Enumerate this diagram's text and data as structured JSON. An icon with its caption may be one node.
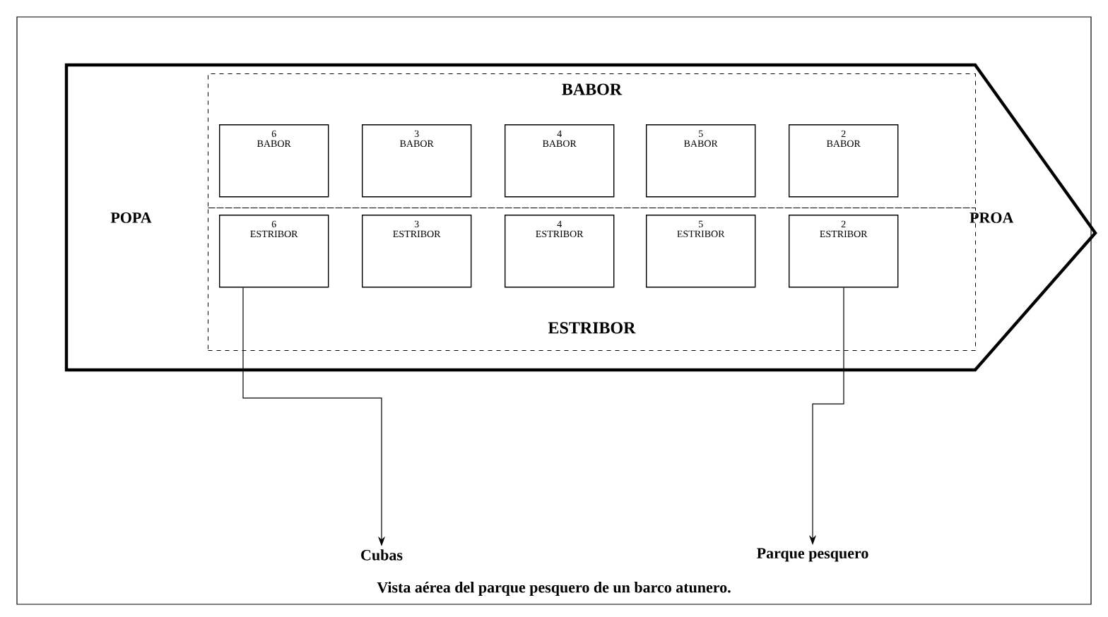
{
  "diagram": {
    "caption": "Vista aérea del parque pesquero de un barco atunero.",
    "nodes": [
      {
        "text": [
          "POPA",
          "PROA"
        ]
      },
      {
        "text": [
          "BABOR"
        ],
        "in": 0
      },
      {
        "text": [
          "ESTRIBOR"
        ],
        "in": 0
      },
      {
        "text": [
          "6",
          "BABOR"
        ],
        "in": 1
      },
      {
        "text": [
          "3",
          "BABOR"
        ],
        "in": 1
      },
      {
        "text": [
          "4",
          "BABOR"
        ],
        "in": 1
      },
      {
        "text": [
          "5",
          "BABOR"
        ],
        "in": 1
      },
      {
        "text": [
          "2",
          "BABOR"
        ],
        "in": 1
      },
      {
        "text": [
          "6",
          "ESTRIBOR"
        ],
        "in": 2
      },
      {
        "text": [
          "3",
          "ESTRIBOR"
        ],
        "in": 2
      },
      {
        "text": [
          "4",
          "ESTRIBOR"
        ],
        "in": 2
      },
      {
        "text": [
          "5",
          "ESTRIBOR"
        ],
        "in": 2
      },
      {
        "text": [
          "2",
          "ESTRIBOR"
        ],
        "in": 2
      },
      {
        "text": [
          "Cubas"
        ]
      },
      {
        "text": [
          "Parque pesquero"
        ]
      }
    ],
    "edges": [
      {
        "from": 8,
        "to": 13,
        "arrow": "to"
      },
      {
        "from": 12,
        "to": 14,
        "arrow": "to"
      }
    ]
  }
}
